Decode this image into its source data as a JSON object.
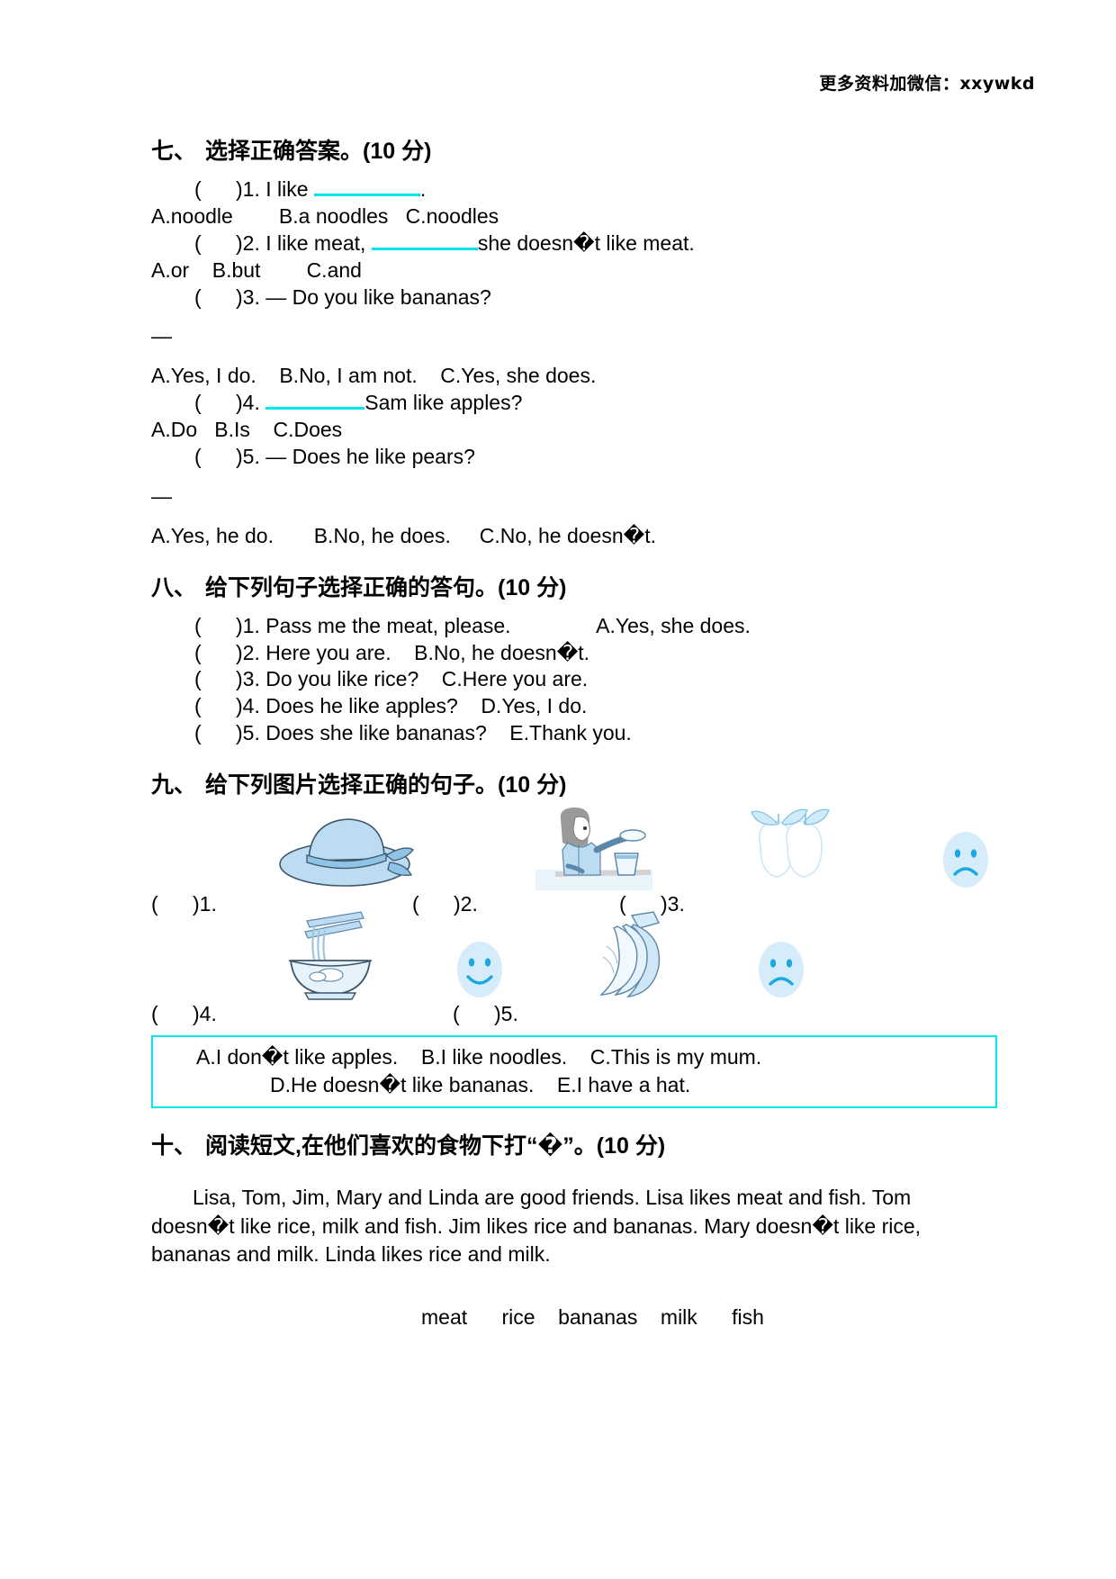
{
  "header": {
    "watermark": "更多资料加微信：xxywkd"
  },
  "section7": {
    "heading_num": "七、",
    "heading_text": "选择正确答案。(10 分)",
    "q1": {
      "bracket": "(      )1. ",
      "stem_before": "I like ",
      "stem_after": ".",
      "options": "A.noodle        B.a noodles   C.noodles"
    },
    "q2": {
      "bracket": "(      )2. ",
      "stem_before": "I like meat, ",
      "stem_after": "she doesn�t like meat.",
      "options": "A.or    B.but        C.and"
    },
    "q3": {
      "bracket": "(      )3. ",
      "stem": "— Do you like bananas?",
      "dash": "—",
      "options": "A.Yes, I do.    B.No, I am not.    C.Yes, she does."
    },
    "q4": {
      "bracket": "(      )4. ",
      "stem_after": "Sam like apples?",
      "options": "A.Do   B.Is    C.Does"
    },
    "q5": {
      "bracket": "(      )5. ",
      "stem": "— Does he like pears?",
      "dash": "—",
      "options": "A.Yes, he do.       B.No, he does.     C.No, he doesn�t."
    }
  },
  "section8": {
    "heading_num": "八、",
    "heading_text": "给下列句子选择正确的答句。(10 分)",
    "items": [
      "(      )1. Pass me the meat, please.               A.Yes, she does.",
      "(      )2. Here you are.    B.No, he doesn�t.",
      "(      )3. Do you like rice?    C.Here you are.",
      "(      )4. Does he like apples?    D.Yes, I do.",
      "(      )5. Does she like bananas?    E.Thank you."
    ]
  },
  "section9": {
    "heading_num": "九、",
    "heading_text": "给下列图片选择正确的句子。(10 分)",
    "pictures": [
      {
        "label": "(      )1.",
        "image": "blue-hat"
      },
      {
        "label": "(      )2.",
        "image": "woman-cooking"
      },
      {
        "label": "(      )3.",
        "image": "apples",
        "face": "sad"
      },
      {
        "label": "(      )4.",
        "image": "noodle-bowl",
        "face": "happy"
      },
      {
        "label": "(      )5.",
        "image": "bananas",
        "face": "sad"
      }
    ],
    "answer_line_1": "A.I don�t like apples.    B.I like noodles.    C.This is my mum.",
    "answer_line_2": "D.He doesn�t like bananas.    E.I have a hat."
  },
  "section10": {
    "heading_num": "十、",
    "heading_text": "阅读短文,在他们喜欢的食物下打“�”。(10 分)",
    "passage": "Lisa, Tom, Jim, Mary and Linda are good friends. Lisa likes meat and fish. Tom doesn�t like rice, milk and fish. Jim likes rice and bananas. Mary doesn�t like rice, bananas and milk. Linda likes rice and milk.",
    "foods": "meat      rice    bananas    milk      fish"
  },
  "colors": {
    "accent": "#00e5ee",
    "text": "#000000",
    "image_blue": "#a9d4ec"
  }
}
